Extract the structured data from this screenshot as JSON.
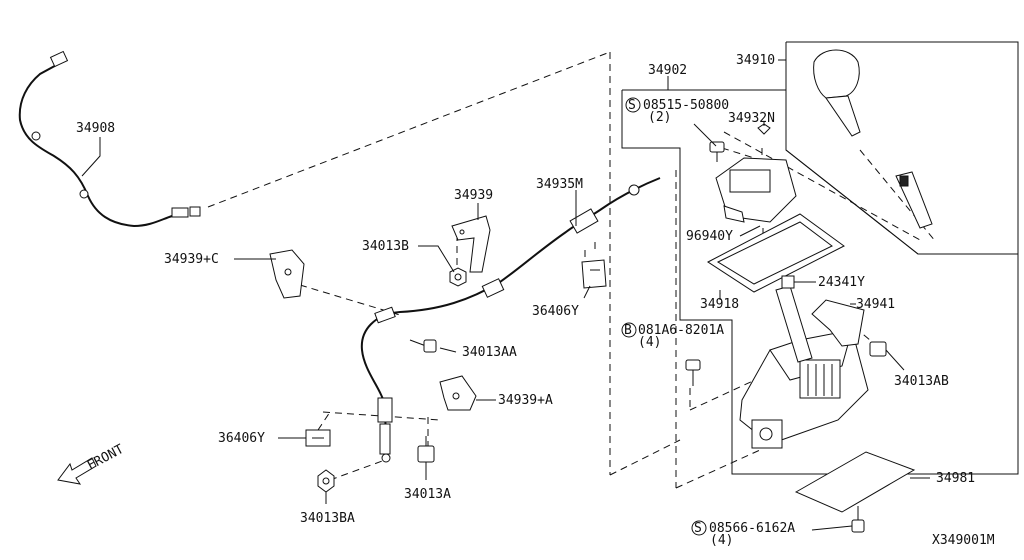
{
  "diagram": {
    "callouts": {
      "p34908": "34908",
      "p34939": "34939",
      "p34935M": "34935M",
      "p34013B": "34013B",
      "p34939C": "34939+C",
      "p36406Y_top": "36406Y",
      "p34013AA": "34013AA",
      "p34939A": "34939+A",
      "p36406Y_bot": "36406Y",
      "p34013A": "34013A",
      "p34013BA": "34013BA",
      "p34902": "34902",
      "p34910": "34910",
      "p08515": "08515-50800",
      "p08515_qty": "(2)",
      "p34932N": "34932N",
      "p96940Y": "96940Y",
      "p24341Y": "24341Y",
      "p34918": "34918",
      "p34941": "34941",
      "p081A6": "081A6-8201A",
      "p081A6_qty": "(4)",
      "p34013AB": "34013AB",
      "p34981": "34981",
      "p08566": "08566-6162A",
      "p08566_qty": "(4)"
    },
    "symbols": {
      "s_mark": "S",
      "b_mark": "B"
    },
    "front_label": "FRONT",
    "diagram_code": "X349001M"
  }
}
